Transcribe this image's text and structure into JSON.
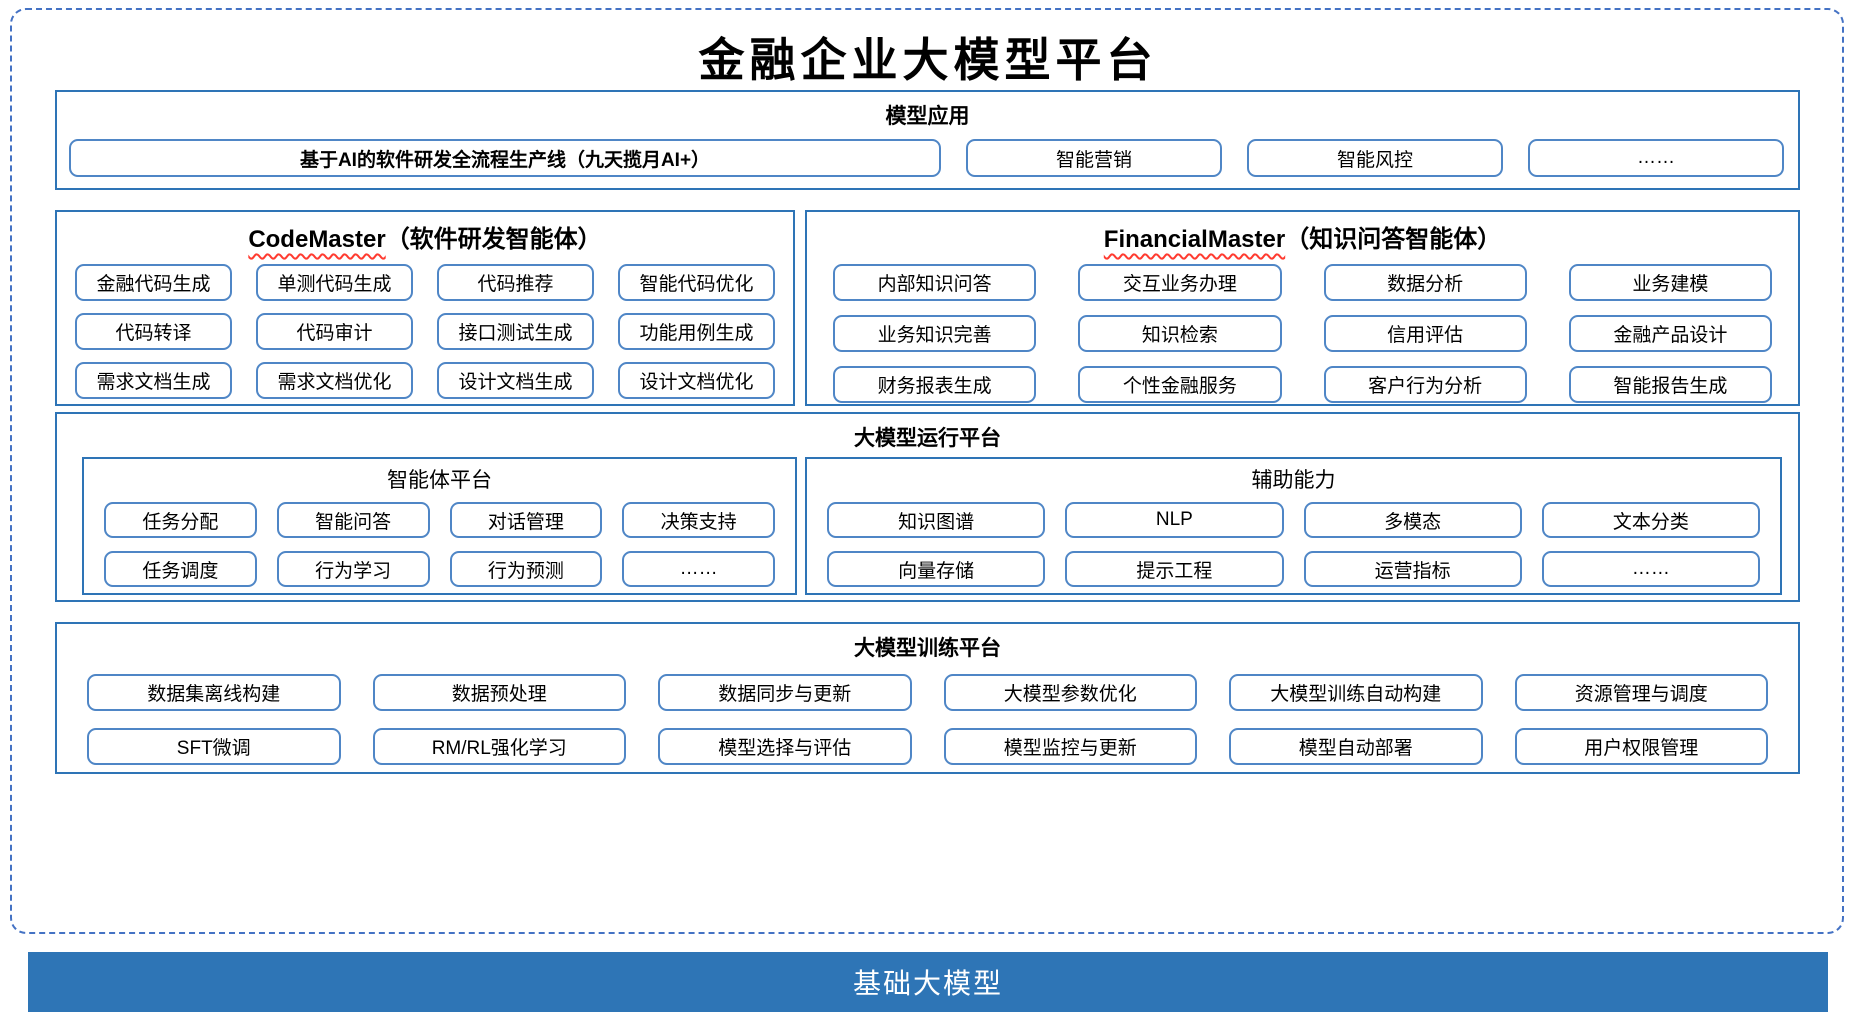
{
  "title": "金融企业大模型平台",
  "colors": {
    "section_border": "#2E74B6",
    "item_border": "#4F86C6",
    "outer_dashed": "#4472C4",
    "foundation_bg": "#2E75B6",
    "squiggle": "#FF3B30"
  },
  "sections": {
    "apps": {
      "header": "模型应用",
      "main_item": "基于AI的软件研发全流程生产线（九天揽月AI+）",
      "items": [
        "智能营销",
        "智能风控",
        "……"
      ]
    },
    "codemaster": {
      "header_en": "CodeMaster",
      "header_rest": "（软件研发智能体）",
      "items": [
        "金融代码生成",
        "单测代码生成",
        "代码推荐",
        "智能代码优化",
        "代码转译",
        "代码审计",
        "接口测试生成",
        "功能用例生成",
        "需求文档生成",
        "需求文档优化",
        "设计文档生成",
        "设计文档优化"
      ]
    },
    "financialmaster": {
      "header_en": "FinancialMaster",
      "header_rest": "（知识问答智能体）",
      "items": [
        "内部知识问答",
        "交互业务办理",
        "数据分析",
        "业务建模",
        "业务知识完善",
        "知识检索",
        "信用评估",
        "金融产品设计",
        "财务报表生成",
        "个性金融服务",
        "客户行为分析",
        "智能报告生成"
      ]
    },
    "runtime": {
      "header": "大模型运行平台",
      "agent_platform": {
        "header": "智能体平台",
        "items": [
          "任务分配",
          "智能问答",
          "对话管理",
          "决策支持",
          "任务调度",
          "行为学习",
          "行为预测",
          "……"
        ]
      },
      "aux": {
        "header": "辅助能力",
        "items": [
          "知识图谱",
          "NLP",
          "多模态",
          "文本分类",
          "向量存储",
          "提示工程",
          "运营指标",
          "……"
        ]
      }
    },
    "training": {
      "header": "大模型训练平台",
      "items": [
        "数据集离线构建",
        "数据预处理",
        "数据同步与更新",
        "大模型参数优化",
        "大模型训练自动构建",
        "资源管理与调度",
        "SFT微调",
        "RM/RL强化学习",
        "模型选择与评估",
        "模型监控与更新",
        "模型自动部署",
        "用户权限管理"
      ]
    },
    "foundation": {
      "label": "基础大模型"
    }
  }
}
